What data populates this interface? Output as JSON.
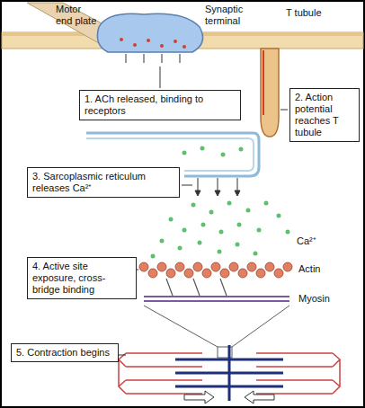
{
  "diagram": {
    "nodes": [
      {
        "text": [
          "1. ACh released, binding to receptors"
        ]
      },
      {
        "text": [
          "2. Action potential reaches T tubule"
        ]
      },
      {
        "text": [
          "3. Sarcoplasmic reticulum releases Ca²⁺"
        ]
      },
      {
        "text": [
          "4. Active site exposure, cross-bridge binding"
        ]
      },
      {
        "text": [
          "5. Contraction begins"
        ]
      }
    ],
    "labels": [
      "Motor end plate",
      "Synaptic terminal",
      "T tubule",
      "Ca²⁺",
      "Actin",
      "Myosin"
    ]
  }
}
